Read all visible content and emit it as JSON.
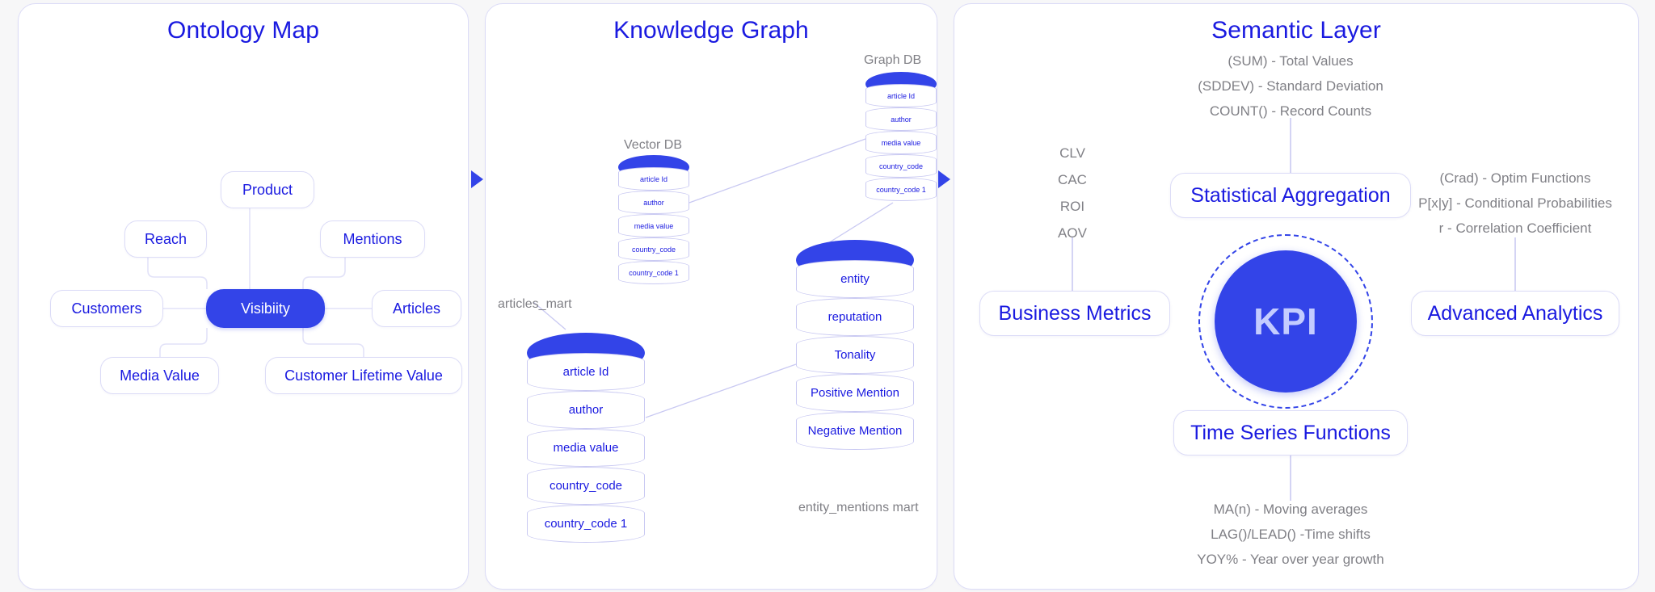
{
  "panels": {
    "ontology": {
      "title": "Ontology Map"
    },
    "knowledge": {
      "title": "Knowledge Graph"
    },
    "semantic": {
      "title": "Semantic Layer"
    }
  },
  "colors": {
    "accent_blue": "#3344e8",
    "text_blue": "#1a1ae0",
    "muted_gray": "#808086",
    "border_lavender": "#dcdcf7",
    "page_background": "#f7f7f8"
  },
  "ontology": {
    "nodes": [
      {
        "id": "product",
        "label": "Product"
      },
      {
        "id": "reach",
        "label": "Reach"
      },
      {
        "id": "mentions",
        "label": "Mentions"
      },
      {
        "id": "customers",
        "label": "Customers"
      },
      {
        "id": "visibility",
        "label": "Visibiity"
      },
      {
        "id": "articles",
        "label": "Articles"
      },
      {
        "id": "media",
        "label": "Media Value"
      },
      {
        "id": "clv",
        "label": "Customer Lifetime Value"
      }
    ]
  },
  "knowledge": {
    "labels": {
      "graph_db": "Graph DB",
      "vector_db": "Vector DB",
      "articles_mart": "articles_mart",
      "entity_mentions_mart": "entity_mentions mart"
    },
    "cylinders": [
      {
        "id": "graph-db",
        "name": "Graph DB",
        "fields": [
          "article Id",
          "author",
          "media value",
          "country_code",
          "country_code 1"
        ]
      },
      {
        "id": "vector-db",
        "name": "Vector DB",
        "fields": [
          "article Id",
          "author",
          "media value",
          "country_code",
          "country_code 1"
        ]
      },
      {
        "id": "articles-mart",
        "name": "articles_mart",
        "fields": [
          "article Id",
          "author",
          "media value",
          "country_code",
          "country_code 1"
        ]
      },
      {
        "id": "entity-mentions-mart",
        "name": "entity_mentions mart",
        "fields": [
          "entity",
          "reputation",
          "Tonality",
          "Positive Mention",
          "Negative Mention"
        ]
      }
    ]
  },
  "semantic": {
    "top_notes": [
      "(SUM) - Total Values",
      "(SDDEV) - Standard Deviation",
      "COUNT() - Record Counts"
    ],
    "left_notes": [
      "CLV",
      "CAC",
      "ROI",
      "AOV"
    ],
    "right_notes": [
      "(Crad) - Optim Functions",
      "P[x|y] - Conditional Probabilities",
      "r - Correlation Coefficient"
    ],
    "bottom_notes": [
      "MA(n) - Moving averages",
      "LAG()/LEAD() -Time shifts",
      "YOY% - Year over year growth"
    ],
    "boxes": {
      "statistical_aggregation": "Statistical Aggregation",
      "business_metrics": "Business Metrics",
      "advanced_analytics": "Advanced Analytics",
      "time_series_functions": "Time Series Functions"
    },
    "kpi_label": "KPI"
  }
}
